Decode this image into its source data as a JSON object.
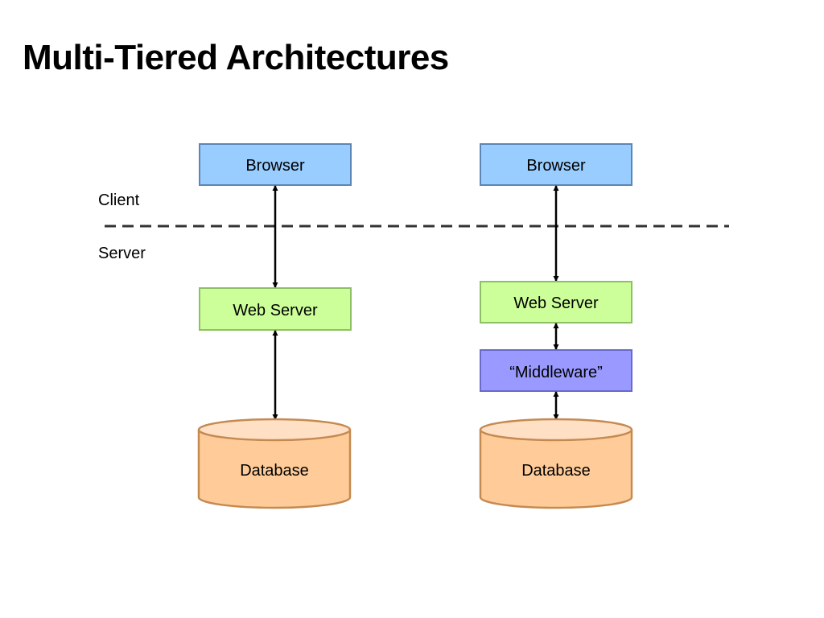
{
  "slide": {
    "title": "Multi-Tiered Architectures"
  },
  "zones": {
    "client_label": "Client",
    "server_label": "Server"
  },
  "diagram": {
    "left_stack": {
      "browser": "Browser",
      "web_server": "Web Server",
      "database": "Database"
    },
    "right_stack": {
      "browser": "Browser",
      "web_server": "Web Server",
      "middleware": "“Middleware”",
      "database": "Database"
    }
  },
  "colors": {
    "browser_fill": "#99ccff",
    "browser_stroke": "#5b86b5",
    "web_server_fill": "#ccff99",
    "web_server_stroke": "#8fbf65",
    "middleware_fill": "#9999ff",
    "middleware_stroke": "#6a6ac8",
    "database_fill": "#ffcc99",
    "database_top_fill": "#ffe0c4",
    "database_stroke": "#c48a52",
    "divider": "#333333",
    "arrow": "#000000"
  }
}
